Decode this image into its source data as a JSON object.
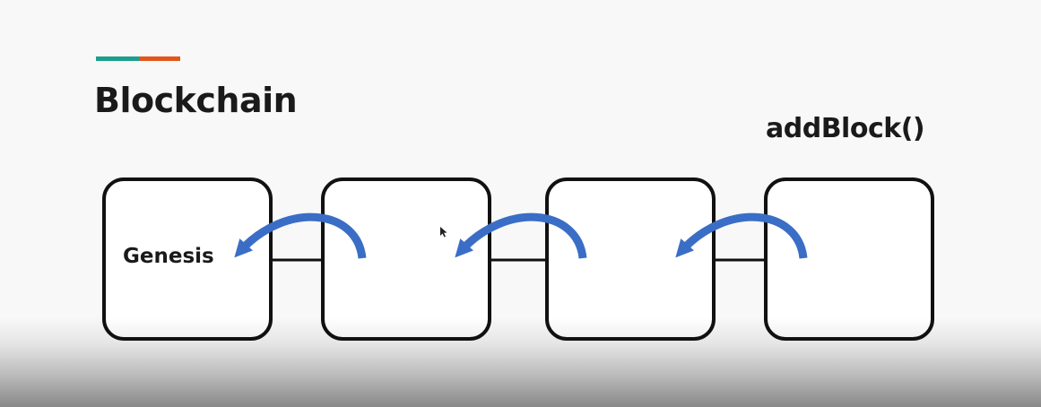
{
  "slide": {
    "title": "Blockchain",
    "method_label": "addBlock()"
  },
  "accent_colors": [
    "#1e9e8c",
    "#e2571e"
  ],
  "arrow_color": "#3a6ec6",
  "blocks": [
    {
      "label": "Genesis"
    },
    {
      "label": ""
    },
    {
      "label": ""
    },
    {
      "label": ""
    }
  ]
}
